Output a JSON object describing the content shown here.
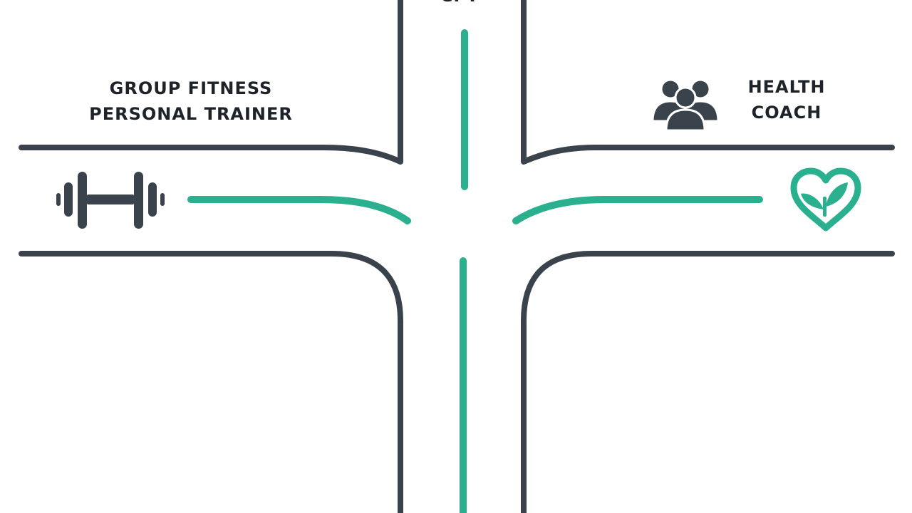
{
  "labels": {
    "top_cut": "CPT",
    "left_line1": "GROUP FITNESS",
    "left_line2": "PERSONAL TRAINER",
    "right_line1": "HEALTH",
    "right_line2": "COACH"
  },
  "icons": {
    "left": "dumbbell-icon",
    "top_right": "group-icon",
    "right": "heart-leaf-icon"
  },
  "colors": {
    "road_outline": "#3a434b",
    "lane_marking": "#2bb08f",
    "text": "#1d2328",
    "background": "#ffffff"
  }
}
